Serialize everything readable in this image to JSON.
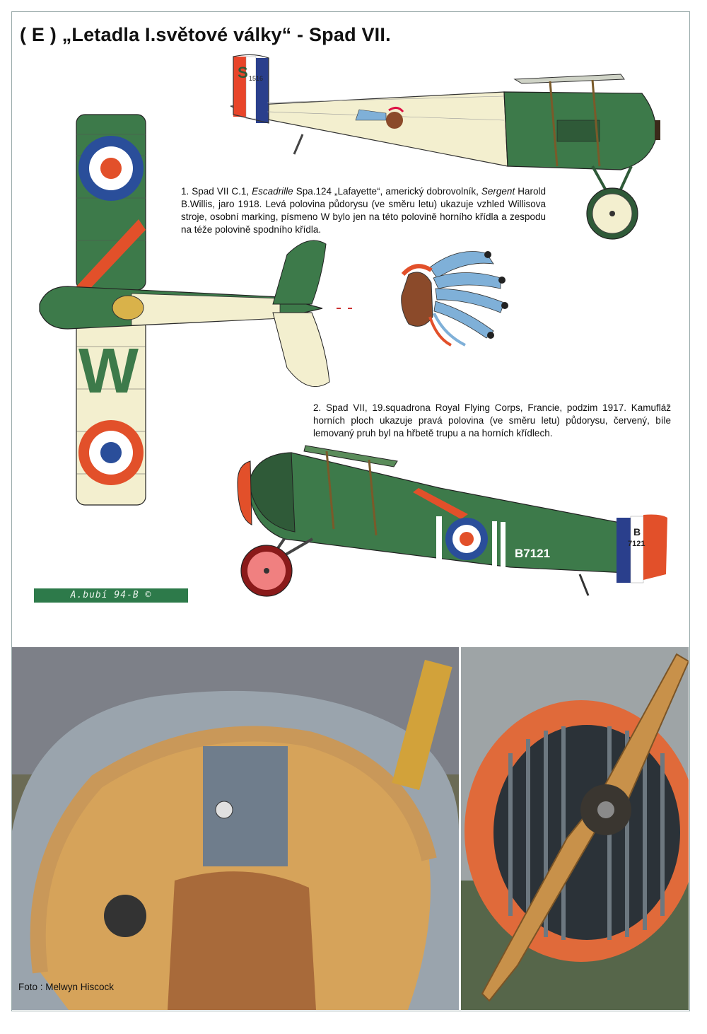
{
  "title": "( E ) „Letadla I.světové války“ - Spad VII.",
  "captions": {
    "first": {
      "p1": "1. Spad VII C.1, ",
      "italic1": "Escadrille",
      "p2": " Spa.124 „Lafayette“, americký dobrovolník, ",
      "italic2": "Sergent",
      "p3": " Harold B.Willis, jaro 1918. Levá polovina půdorysu (ve směru letu) ukazuje vzhled Willisova stroje, osobní marking, písmeno W bylo jen na této polovině horního křídla a zespodu na téže polovině spodního křídla."
    },
    "second": "2. Spad VII, 19.squadrona Royal Flying Corps, Francie, podzim 1917. Kamufláž horních ploch ukazuje pravá polovina (ve směru letu) půdorysu, červený, bíle lemovaný pruh byl na hřbetě trupu a na horních křídlech."
  },
  "markings": {
    "tail_code_top": "S",
    "tail_number_top": "1516",
    "wing_letter": "W",
    "serial": "B7121",
    "tail_b": "B",
    "tail_num2": "7121"
  },
  "signature": "A.bubí 94-B ©",
  "photo_credit": "Foto : Melwyn Hiscock",
  "colors": {
    "green": "#3d7a4a",
    "dark_green": "#2f5a38",
    "cream": "#f3efcf",
    "roundel_blue": "#2a4e9a",
    "roundel_red": "#e2502a",
    "tan": "#d9a24a"
  }
}
